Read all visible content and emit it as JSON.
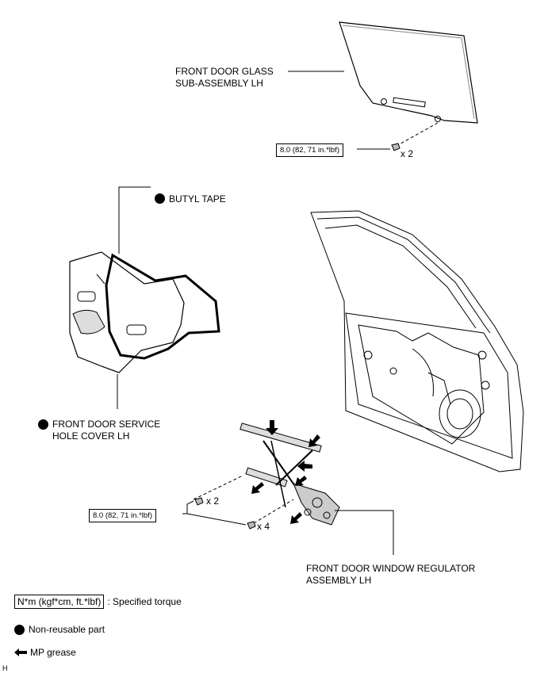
{
  "parts": {
    "glass_label": "FRONT DOOR GLASS\nSUB-ASSEMBLY LH",
    "butyl_label": "BUTYL TAPE",
    "cover_label": "FRONT DOOR SERVICE\nHOLE COVER LH",
    "regulator_label": "FRONT DOOR WINDOW REGULATOR\nASSEMBLY LH"
  },
  "torques": {
    "glass": "8.0 (82, 71 in.*lbf)",
    "regulator": "8.0 (82, 71 in.*lbf)"
  },
  "quantities": {
    "glass_bolts": "x 2",
    "regulator_bolts_a": "x 2",
    "regulator_bolts_b": "x 4"
  },
  "legend": {
    "torque_box": "N*m (kgf*cm, ft.*lbf)",
    "torque_text": ": Specified torque",
    "nonreusable_text": "Non-reusable part",
    "grease_text": "MP grease"
  },
  "figure_code": "H"
}
